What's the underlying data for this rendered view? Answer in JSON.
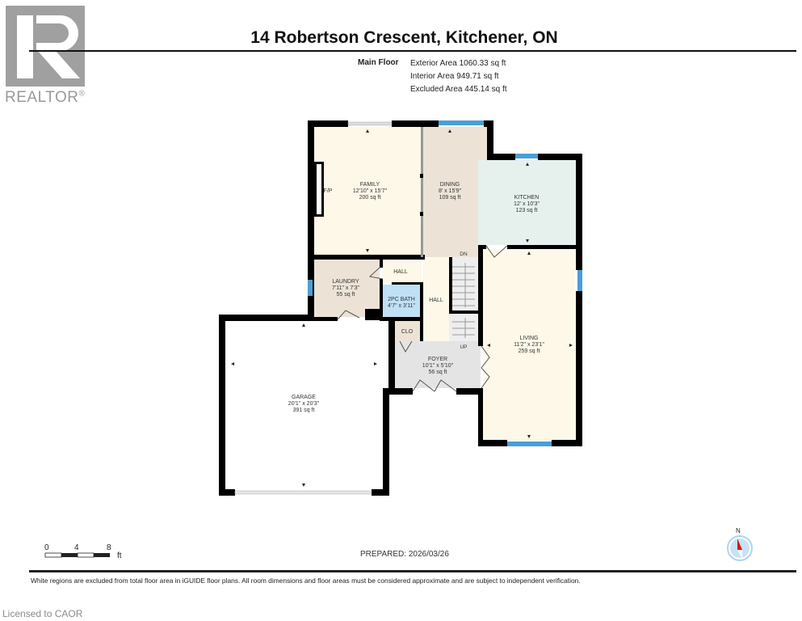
{
  "logo": {
    "word": "REALTOR",
    "mark": "®"
  },
  "header": {
    "title": "14 Robertson Crescent, Kitchener, ON"
  },
  "floor": {
    "label": "Main Floor",
    "areas": [
      "Exterior Area 1060.33 sq ft",
      "Interior Area 949.71 sq ft",
      "Excluded Area 445.14 sq ft"
    ]
  },
  "rooms": {
    "family": {
      "name": "FAMILY",
      "dims": "12'10\" x 15'7\"",
      "area": "200 sq ft",
      "fp": "F/P"
    },
    "dining": {
      "name": "DINING",
      "dims": "8' x 15'9\"",
      "area": "109 sq ft"
    },
    "kitchen": {
      "name": "KITCHEN",
      "dims": "12' x 10'3\"",
      "area": "123 sq ft"
    },
    "laundry": {
      "name": "LAUNDRY",
      "dims": "7'11\" x 7'3\"",
      "area": "55 sq ft"
    },
    "hall_upper": {
      "name": "HALL"
    },
    "bath": {
      "name": "2PC BATH",
      "dims": "4'7\" x 3'11\""
    },
    "hall_center": {
      "name": "HALL"
    },
    "closet": {
      "name": "CLO"
    },
    "foyer": {
      "name": "FOYER",
      "dims": "10'1\" x 5'10\"",
      "area": "56 sq ft"
    },
    "living": {
      "name": "LIVING",
      "dims": "11'2\" x 23'1\"",
      "area": "259 sq ft"
    },
    "garage": {
      "name": "GARAGE",
      "dims": "20'1\" x 20'3\"",
      "area": "391 sq ft"
    },
    "stairs": {
      "down": "DN",
      "up": "UP"
    }
  },
  "colors": {
    "family": "#fdf8e8",
    "dining": "#ece3d6",
    "kitchen": "#e6f1ee",
    "laundry": "#ece3d6",
    "hall": "#fdf8e8",
    "bath": "#bfe0f5",
    "closet": "#ece3d6",
    "foyer": "#e4e4e4",
    "living": "#fdf8e8",
    "garage": "#ffffff",
    "wall": "#000000",
    "window": "#4a9fd6"
  },
  "scale": {
    "ticks": [
      "0",
      "4",
      "8"
    ],
    "unit": "ft"
  },
  "footer": {
    "prepared": "PREPARED: 2026/03/26",
    "compass": "N",
    "disclaimer": "White regions are excluded from total floor area in iGUIDE floor plans. All room dimensions and floor areas must be considered approximate and are subject to independent verification.",
    "license": "Licensed to CAOR"
  }
}
